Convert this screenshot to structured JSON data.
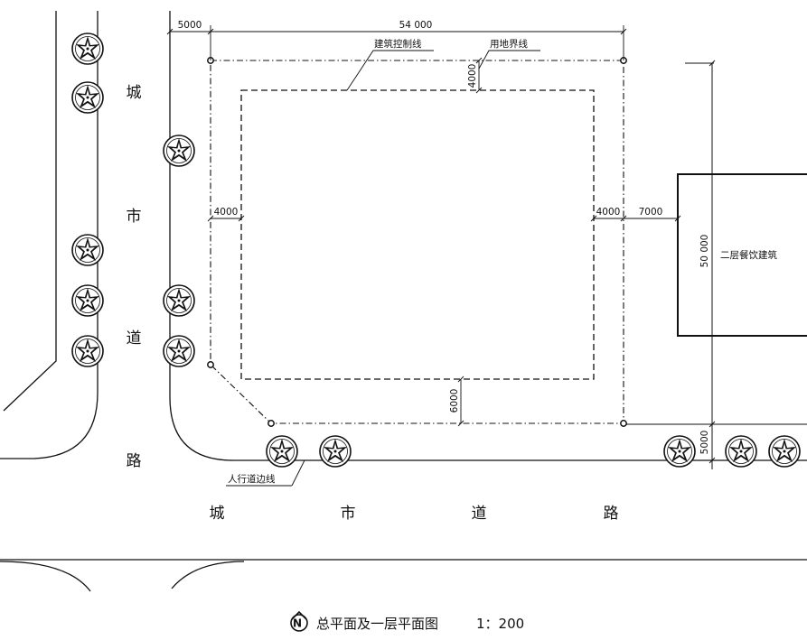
{
  "labels": {
    "road_left": [
      "城",
      "市",
      "道",
      "路"
    ],
    "road_bottom": [
      "城",
      "市",
      "道",
      "路"
    ],
    "building_control_line": "建筑控制线",
    "land_boundary_line": "用地界线",
    "sidewalk_edge_line": "人行道边线",
    "neighbor_building": "二层餐饮建筑"
  },
  "dimensions": {
    "left_offset": "5000",
    "total_width": "54 000",
    "top_setback": "4000",
    "left_setback": "4000",
    "right_setback": "4000",
    "neighbor_gap": "7000",
    "total_depth": "50 000",
    "bottom_setback": "6000",
    "sidewalk_width": "5000"
  },
  "caption": {
    "title": "总平面及一层平面图",
    "scale": "1：200"
  },
  "icons": {
    "north_arrow": "north-arrow-icon",
    "tree": "tree-icon"
  },
  "colors": {
    "line": "#111111",
    "background": "#ffffff"
  }
}
